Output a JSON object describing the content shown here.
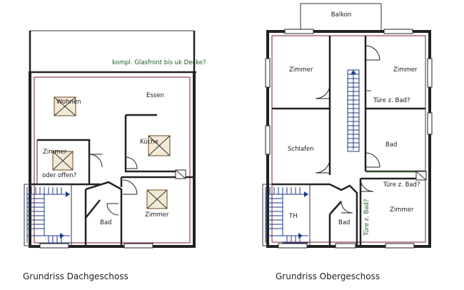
{
  "plan_left": {
    "caption": "Grundriss Dachgeschoss",
    "balcony_note": "kompl. Glasfront bis uk Decke?",
    "rooms": {
      "wohnen": "Wohnen",
      "essen": "Essen",
      "kueche": "Küche",
      "zimmer_top": "Zimmer",
      "zimmer_bottom": "oder offen?",
      "bad": "Bad",
      "zimmer_right": "Zimmer"
    }
  },
  "plan_right": {
    "caption": "Grundriss Obergeschoss",
    "rooms": {
      "balkon": "Balkon",
      "zimmer_left": "Zimmer",
      "zimmer_right": "Zimmer",
      "tuere_bad_1": "Türe z. Bad?",
      "schlafen": "Schlafen",
      "bad_right": "Bad",
      "tuere_bad_2": "Türe z. Bad?",
      "th": "TH",
      "bad_bottom": "Bad",
      "tuere_bad_3": "Türe z. Bad?",
      "zimmer_bottom": "Zimmer"
    }
  }
}
